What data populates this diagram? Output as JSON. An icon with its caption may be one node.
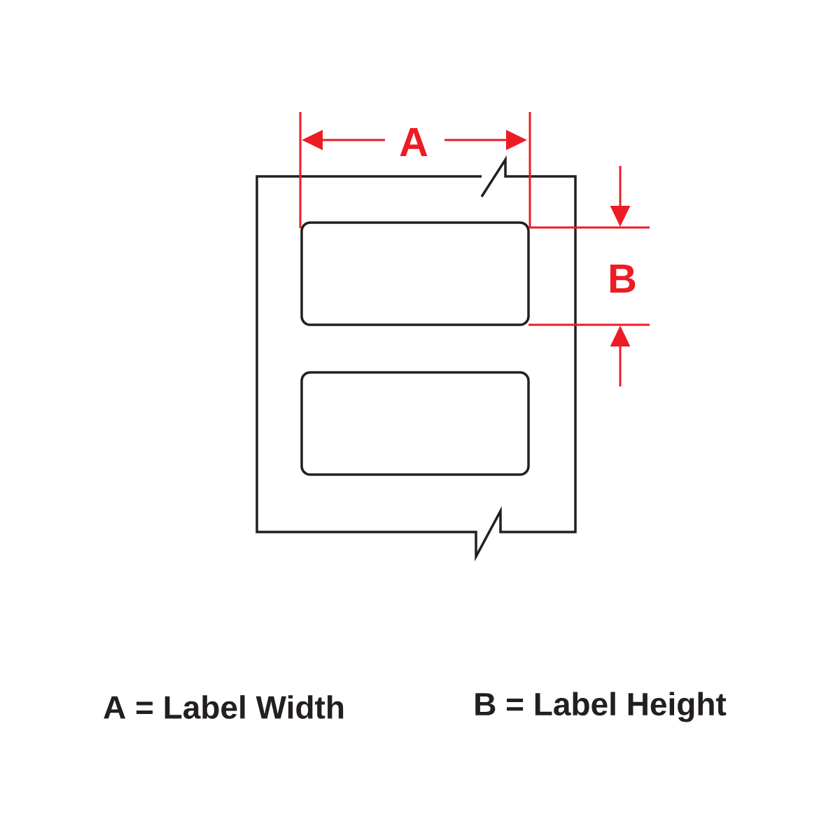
{
  "diagram": {
    "labels": [
      "A",
      "B",
      "A = Label Width",
      "B = Label Height"
    ]
  }
}
